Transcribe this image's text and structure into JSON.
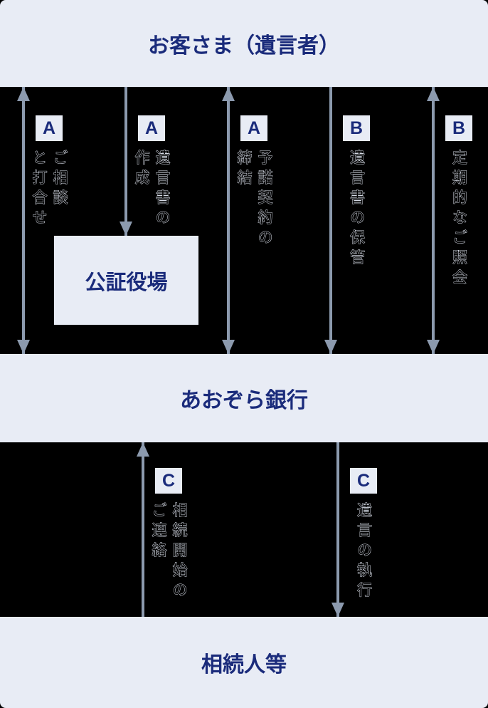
{
  "colors": {
    "band_background": "#e8ecf5",
    "navy_text": "#1a2b7b",
    "arrow": "#8c9aae",
    "section_background": "#000000",
    "label_outline": "#d6dbe6"
  },
  "bands": {
    "customer": {
      "title": "お客さま（遺言者）"
    },
    "bank": {
      "title": "あおぞら銀行"
    },
    "heirs": {
      "title": "相続人等"
    }
  },
  "notary_box": {
    "title": "公証役場"
  },
  "flows": [
    {
      "badge": "A",
      "label": "ご相談\nと打合せ"
    },
    {
      "badge": "A",
      "label": "遺言書の\n作成"
    },
    {
      "badge": "A",
      "label": "予諾契約の\n締結"
    },
    {
      "badge": "B",
      "label": "遺言書の保管"
    },
    {
      "badge": "B",
      "label": "定期的なご照会"
    },
    {
      "badge": "C",
      "label": "相続開始の\nご連絡"
    },
    {
      "badge": "C",
      "label": "遺言の執行"
    }
  ]
}
